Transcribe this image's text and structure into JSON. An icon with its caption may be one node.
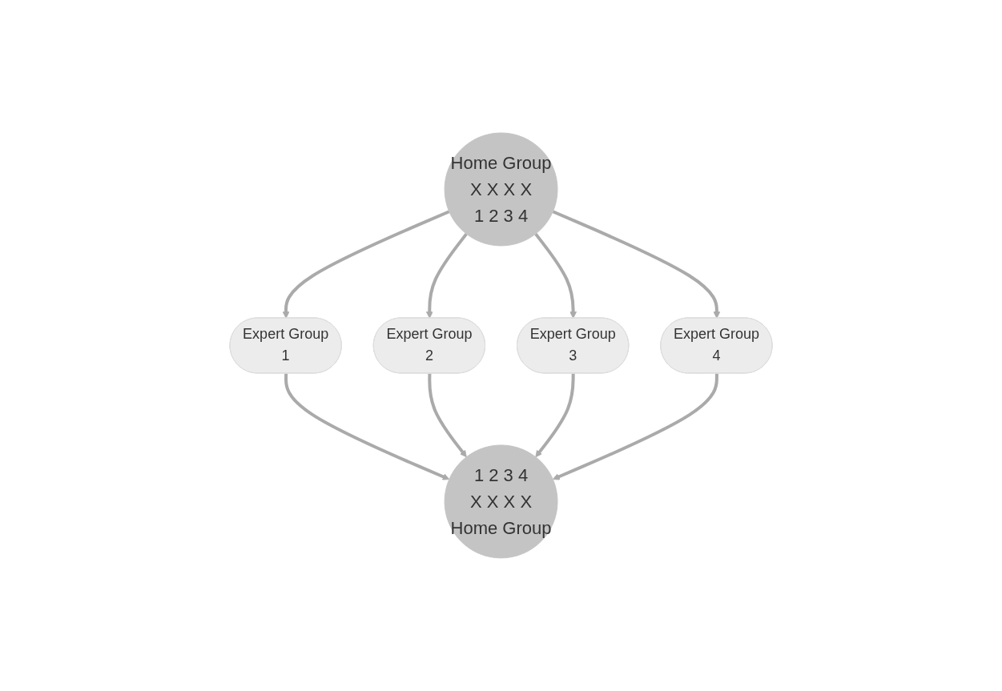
{
  "diagram": {
    "nodes": [
      {
        "text": [
          "Home Group",
          "X X X X",
          "1 2 3 4"
        ]
      },
      {
        "text": [
          "Expert Group",
          "1"
        ]
      },
      {
        "text": [
          "Expert Group",
          "2"
        ]
      },
      {
        "text": [
          "Expert Group",
          "3"
        ]
      },
      {
        "text": [
          "Expert Group",
          "4"
        ]
      },
      {
        "text": [
          "1 2 3 4",
          "X X X X",
          "Home Group"
        ]
      }
    ],
    "edges": [
      {
        "from": 0,
        "to": 1,
        "arrow": "to"
      },
      {
        "from": 0,
        "to": 2,
        "arrow": "to"
      },
      {
        "from": 0,
        "to": 3,
        "arrow": "to"
      },
      {
        "from": 0,
        "to": 4,
        "arrow": "to"
      },
      {
        "from": 1,
        "to": 5,
        "arrow": "to"
      },
      {
        "from": 2,
        "to": 5,
        "arrow": "to"
      },
      {
        "from": 3,
        "to": 5,
        "arrow": "to"
      },
      {
        "from": 4,
        "to": 5,
        "arrow": "to"
      }
    ]
  }
}
